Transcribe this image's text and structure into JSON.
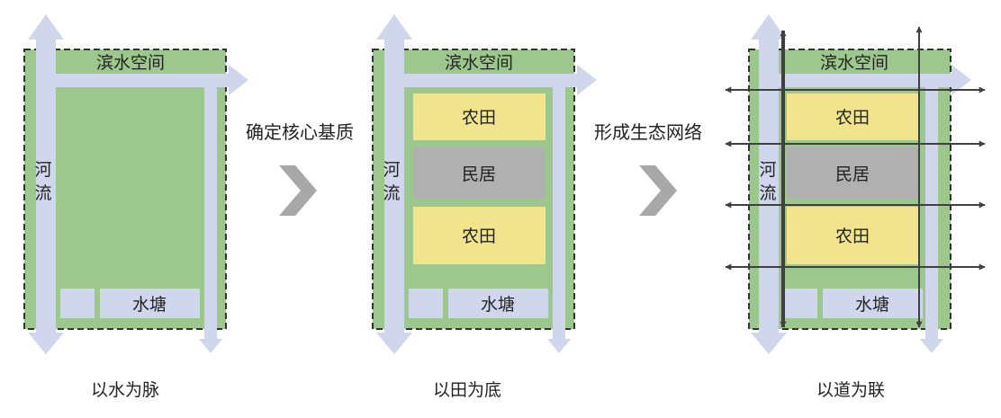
{
  "colors": {
    "site_green": "#9dc88d",
    "water_blue": "#d0d7ec",
    "field_yellow": "#f2e48c",
    "housing_grey": "#b0b0b0",
    "road_dark": "#404040",
    "chevron_grey": "#a8a8a8",
    "text": "#222222"
  },
  "labels": {
    "waterfront": "滨水空间",
    "river_line1": "河",
    "river_line2": "流",
    "pond": "水塘",
    "farmland": "农田",
    "housing": "民居"
  },
  "transitions": [
    {
      "label": "确定核心基质",
      "icon": "chevron-right-icon"
    },
    {
      "label": "形成生态网络",
      "icon": "chevron-right-icon"
    }
  ],
  "stages": [
    {
      "caption": "以水为脉"
    },
    {
      "caption": "以田为底"
    },
    {
      "caption": "以道为联"
    }
  ]
}
